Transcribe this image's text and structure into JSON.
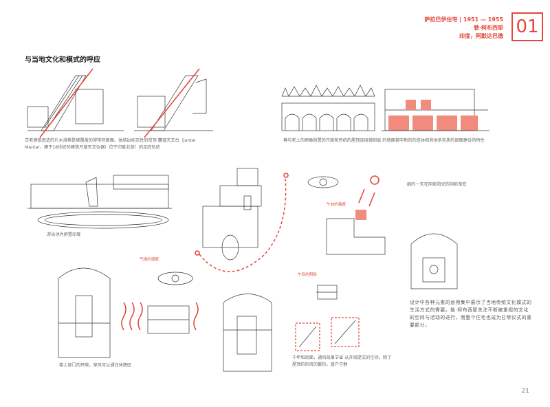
{
  "header": {
    "project_line": "萨拉巴伊住宅 | 1951 — 1955",
    "architect": "勒·柯布西耶",
    "location": "印度，阿默达巴德",
    "chapter_number": "01",
    "accent_color": "#e4473a"
  },
  "section_title": "与当地文化和模式的呼应",
  "captions": {
    "c1": "古老建筑南边的斤水滑梯是被覆盖的得带棕路面。体结出标志性的穹顶 麓道天文台（Jantar Mantar，建于18世纪的建筑尺度天文仪器）位于印度北部）的足底轨迹",
    "c2": "再与老上的俯瞰剖置的尺度和传统的屋顶连接铺剖层  的墙面被中新的的连体和其他条实质的部面建设的特性",
    "c3": "游泳池为俯置印度",
    "c4": "楼上部门的开敞，穿风可以通往休憩区",
    "c5": "千年和剖面，通风效果节省 从开阔提交的空间，除了屋顶的的风的散热，窗户宁静",
    "c6": "剧的一天在阴影阳光的阴影渐变"
  },
  "red_labels": {
    "l1": "午前的强度",
    "l2": "气候的调度",
    "l3": "午后的阴影"
  },
  "paragraph": "设计中各种元素的运用集中展示了当地传统文化模式的生活方式的需要。勒·柯布西耶关注不断被重视的文化的空间与活动的进行，而整个住宅也成为日常仪式的重要部分。",
  "page_number": "21"
}
